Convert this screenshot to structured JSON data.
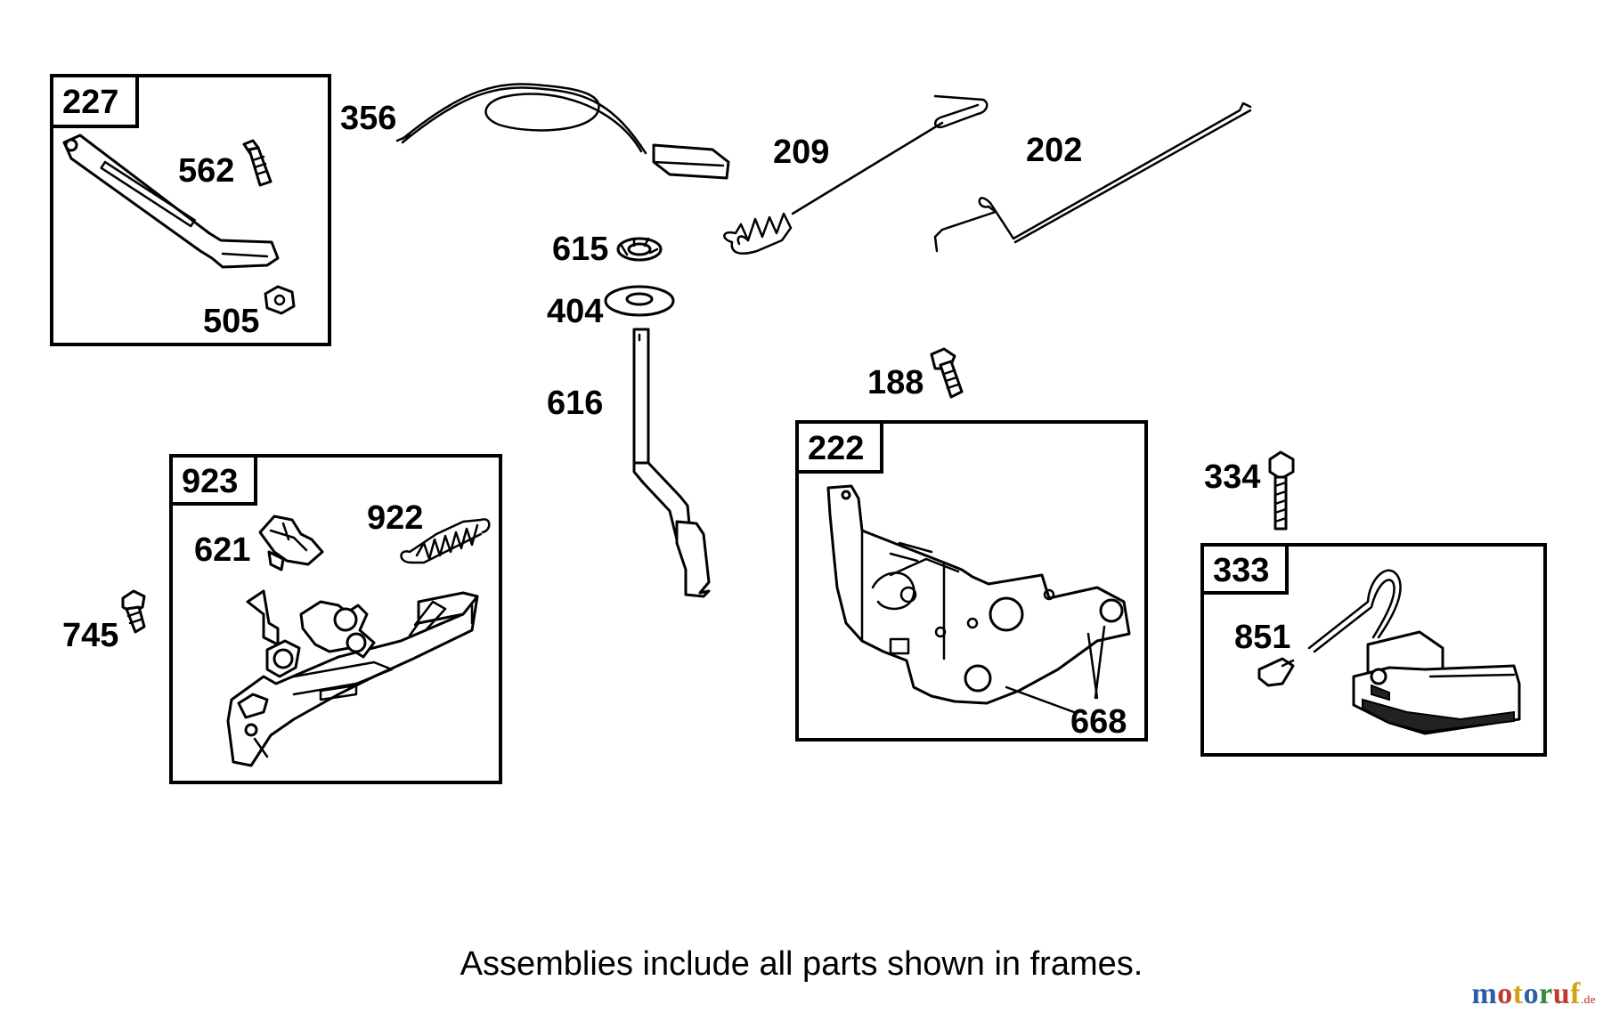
{
  "diagram": {
    "labels": {
      "p227": "227",
      "p562": "562",
      "p505": "505",
      "p356": "356",
      "p209": "209",
      "p202": "202",
      "p615": "615",
      "p404": "404",
      "p616": "616",
      "p188": "188",
      "p222": "222",
      "p668": "668",
      "p334": "334",
      "p333": "333",
      "p851": "851",
      "p923": "923",
      "p621": "621",
      "p922": "922",
      "p745": "745"
    },
    "note": "Assemblies include all parts shown in frames."
  },
  "watermark": {
    "letters": [
      "m",
      "o",
      "t",
      "o",
      "r",
      "u",
      "f"
    ],
    "colors": [
      "#2d5fa8",
      "#c0392b",
      "#d4a017",
      "#2d5fa8",
      "#2e8b3a",
      "#c0392b",
      "#d4a017"
    ],
    "suffix": ".de"
  }
}
